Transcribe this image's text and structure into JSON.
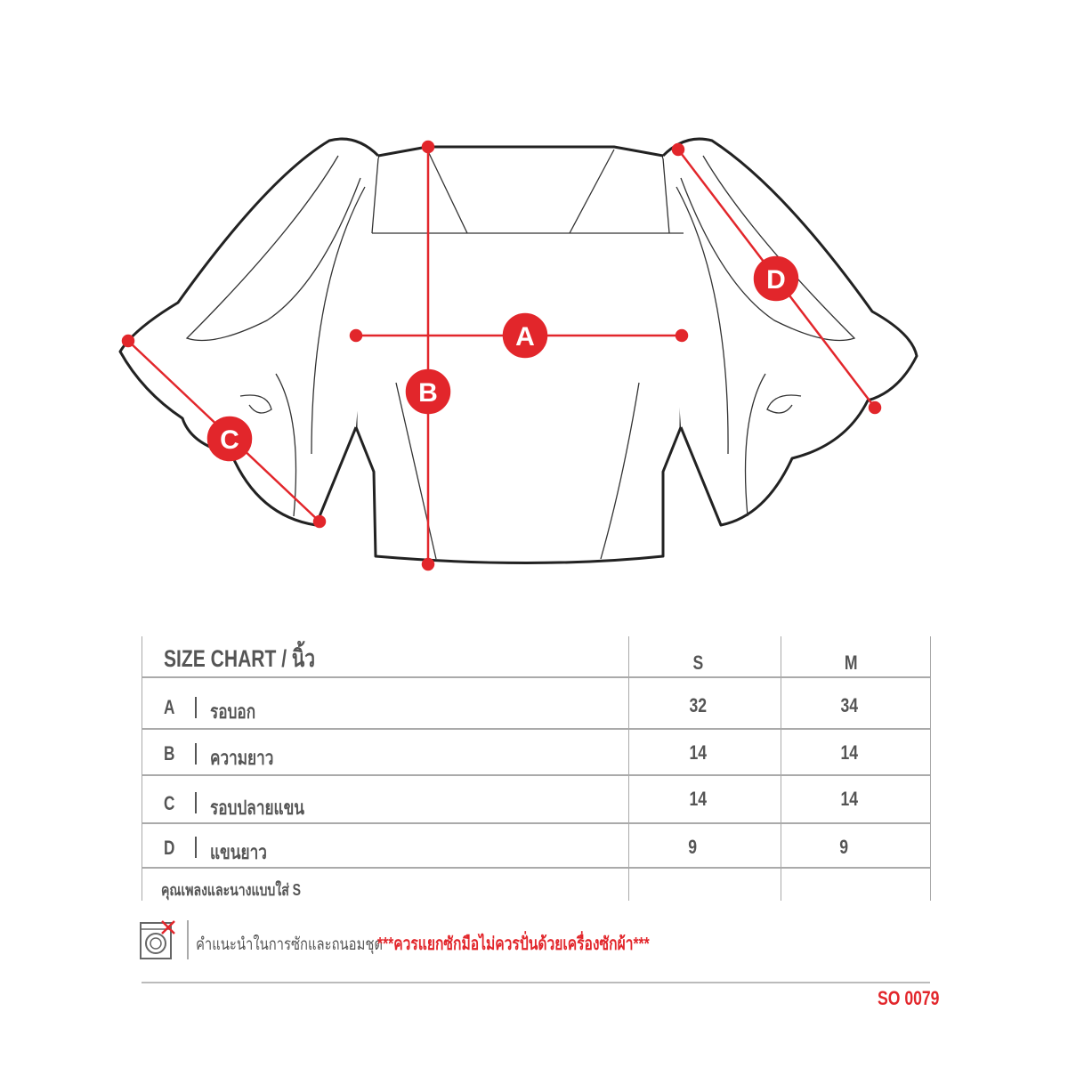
{
  "markers": [
    "A",
    "B",
    "C",
    "D"
  ],
  "colors": {
    "accent": "#e2262b",
    "text": "#555555",
    "line": "#aaaaaa"
  },
  "table": {
    "title": "SIZE CHART / นิ้ว",
    "sizes": [
      "S",
      "M"
    ],
    "rows": [
      {
        "code": "A",
        "label": "รอบอก",
        "S": "32",
        "M": "34"
      },
      {
        "code": "B",
        "label": "ความยาว",
        "S": "14",
        "M": "14"
      },
      {
        "code": "C",
        "label": "รอบปลายแขน",
        "S": "14",
        "M": "14"
      },
      {
        "code": "D",
        "label": "แขนยาว",
        "S": "9",
        "M": "9"
      }
    ],
    "note": "คุณเพลงและนางแบบใส่ S"
  },
  "care": {
    "icon": "no-machine-wash-icon",
    "label": "คำแนะนำในการซักและถนอมชุด",
    "warning": "***ควรแยกซักมือไม่ควรปั่นด้วยเครื่องซักผ้า***"
  },
  "product_code": "SO 0079"
}
